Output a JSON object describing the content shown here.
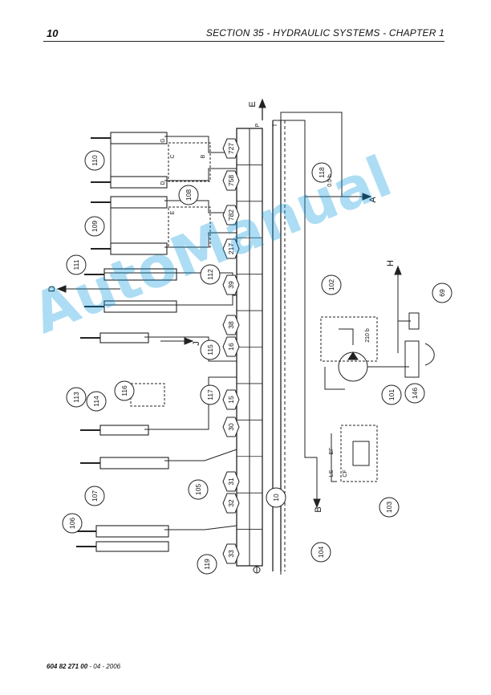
{
  "header": {
    "page_number": "10",
    "section_title": "SECTION 35 - HYDRAULIC SYSTEMS - CHAPTER 1"
  },
  "footer": {
    "doc_number": "604 82 271 00",
    "date": " - 04 - 2006"
  },
  "watermark": {
    "text": "AutoManual",
    "color": "#009bdc"
  },
  "diagram": {
    "section_labels": [
      "727",
      "758",
      "782",
      "217",
      "39",
      "38",
      "16",
      "15",
      "30",
      "31",
      "32",
      "33"
    ],
    "callouts": [
      "110",
      "109",
      "108",
      "111",
      "112",
      "115",
      "113",
      "114",
      "116",
      "117",
      "107",
      "105",
      "106",
      "119",
      "118",
      "102",
      "69",
      "101",
      "146",
      "103",
      "104",
      "10"
    ],
    "letters": [
      "E",
      "D",
      "J",
      "A",
      "H",
      "B"
    ],
    "small_labels": [
      "0.5 b",
      "210 b",
      "G",
      "D",
      "B",
      "C",
      "E",
      "P",
      "T",
      "EF",
      "LS",
      "CF"
    ]
  }
}
